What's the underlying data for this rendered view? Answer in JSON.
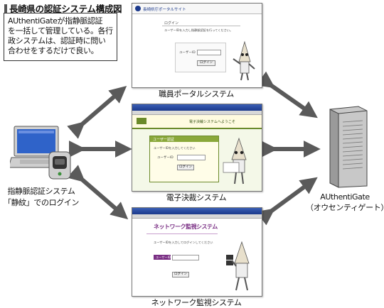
{
  "title": "長崎県の認証システム構成図",
  "note_lines": [
    "AUthentiGateが指静脈認証",
    "を一括して管理している。各行",
    "政システムは、認証時に問い",
    "合わせをするだけで良い。"
  ],
  "portal": {
    "caption": "職員ポータルシステム",
    "header": "長崎県庁ポータルサイト",
    "section": "ログイン",
    "message": "ユーザーIDを入力し指静脈認証を行ってください。",
    "field_label": "ユーザーID",
    "button": "ログイン"
  },
  "kessai": {
    "caption": "電子決裁システム",
    "header": "電子決裁システムへようこそ",
    "section": "ユーザー認証",
    "message": "ユーザーIDを入力してください",
    "field_label": "ユーザーID",
    "button": "ログイン"
  },
  "kanshi": {
    "caption": "ネットワーク監視システム",
    "header": "ネットワーク監視システム",
    "message": "ユーザーIDを入力してログインしてください",
    "field_label": "ユーザーID",
    "button": "ログイン"
  },
  "client": {
    "caption_line1": "指静脈認証システム",
    "caption_line2": "「静紋」でのログイン"
  },
  "server": {
    "caption_line1": "AUthentiGate",
    "caption_line2": "（オウセンティゲート）"
  },
  "colors": {
    "arrow": "#5a5a5a",
    "titlebar": "#1c3a8c",
    "accent_purple": "#7a2f84"
  }
}
